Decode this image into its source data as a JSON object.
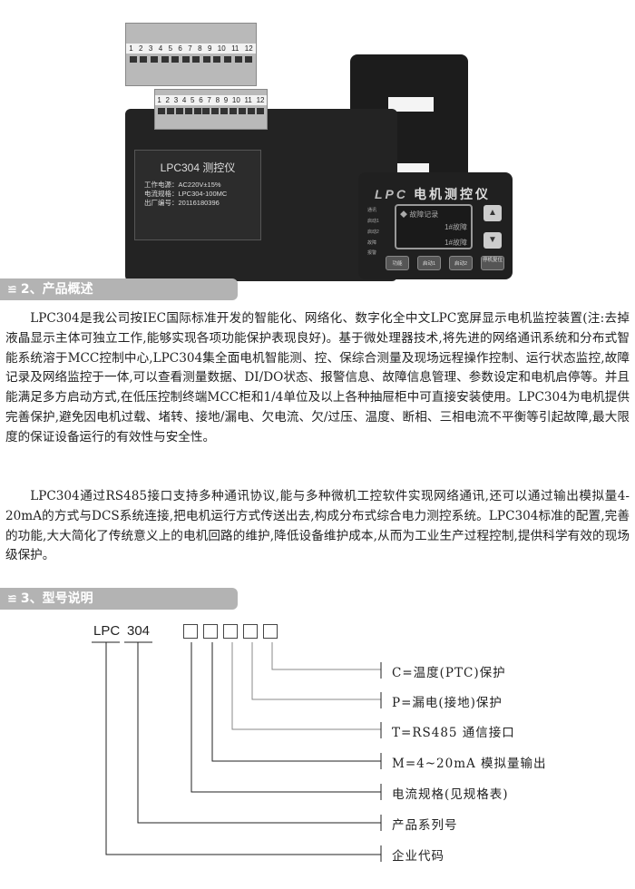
{
  "device": {
    "terminal_numbers": [
      "1",
      "2",
      "3",
      "4",
      "5",
      "6",
      "7",
      "8",
      "9",
      "10",
      "11",
      "12"
    ],
    "label_title": "LPC304 测控仪",
    "label_lines": [
      "工作电源：AC220V±15%",
      "电流规格：LPC304-100MC",
      "出厂编号：20116180396"
    ]
  },
  "panel": {
    "brand": "LPC",
    "title": "电机测控仪",
    "lcd_lines": [
      "◆ 故障记录",
      "1#故障",
      "1#故障"
    ],
    "leds": [
      "通讯",
      "启动1",
      "启动2",
      "故障",
      "报警"
    ],
    "up": "▲",
    "down": "▼",
    "buttons": [
      "功能",
      "启动1",
      "启动2",
      "停机复位"
    ]
  },
  "section2": {
    "icon": "≌",
    "title": "2、产品概述",
    "paragraphs": [
      "LPC304是我公司按IEC国际标准开发的智能化、网络化、数字化全中文LPC宽屏显示电机监控装置(注:去掉液晶显示主体可独立工作,能够实现各项功能保护表现良好)。基于微处理器技术,将先进的网络通讯系统和分布式智能系统溶于MCC控制中心,LPC304集全面电机智能测、控、保综合测量及现场远程操作控制、运行状态监控,故障记录及网络监控于一体,可以查看测量数据、DI/DO状态、报警信息、故障信息管理、参数设定和电机启停等。并且能满足多方启动方式,在低压控制终端MCC柜和1/4单位及以上各种抽屉柜中可直接安装使用。LPC304为电机提供完善保护,避免因电机过载、堵转、接地/漏电、欠电流、欠/过压、温度、断相、三相电流不平衡等引起故障,最大限度的保证设备运行的有效性与安全性。",
      "LPC304通过RS485接口支持多种通讯协议,能与多种微机工控软件实现网络通讯,还可以通过输出模拟量4-20mA的方式与DCS系统连接,把电机运行方式传送出去,构成分布式综合电力测控系统。LPC304标准的配置,完善的功能,大大简化了传统意义上的电机回路的维护,降低设备维护成本,从而为工业生产过程控制,提供科学有效的现场级保护。"
    ]
  },
  "section3": {
    "icon": "≌",
    "title": "3、型号说明",
    "code_prefix": "LPC",
    "code_series": "304",
    "options": [
      "C=温度(PTC)保护",
      "P=漏电(接地)保护",
      "T=RS485 通信接口",
      "M=4~20mA 模拟量输出",
      "电流规格(见规格表)",
      "产品系列号",
      "企业代码"
    ]
  }
}
